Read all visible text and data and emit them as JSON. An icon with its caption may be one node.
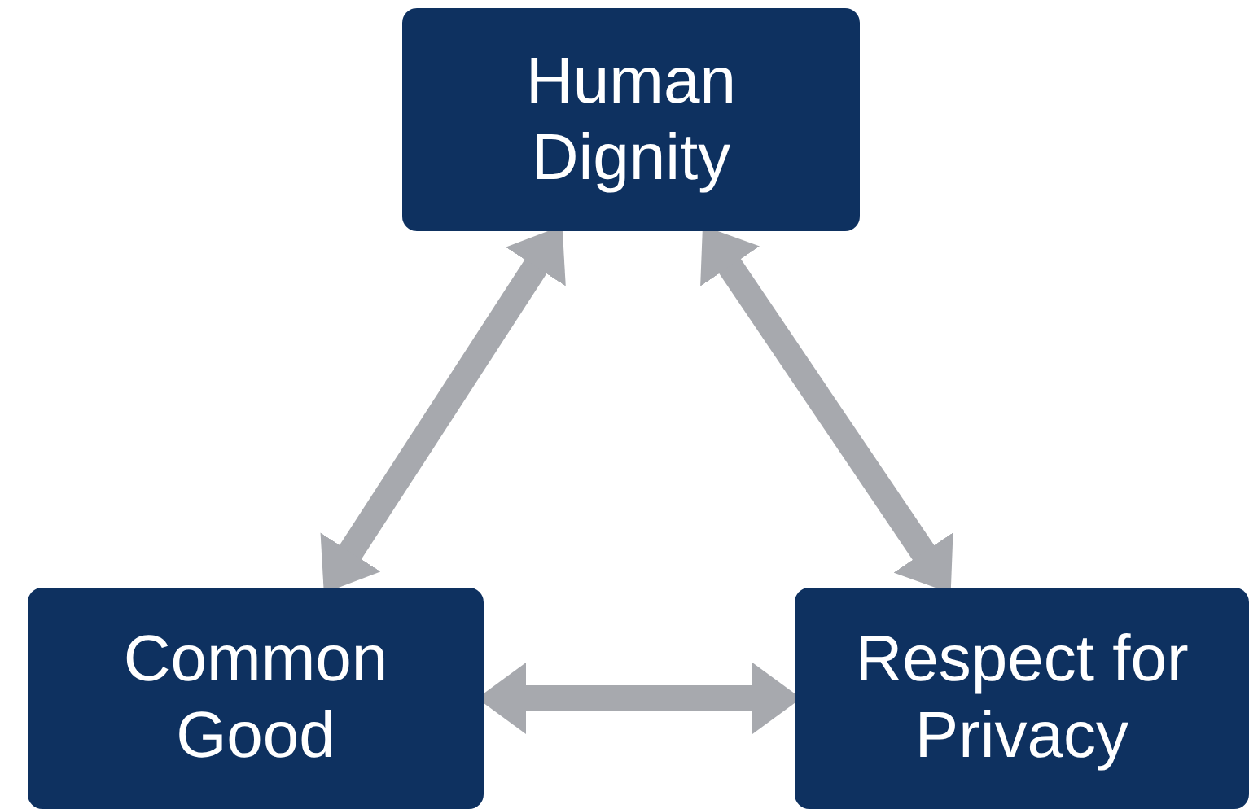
{
  "diagram": {
    "nodes": [
      {
        "text": [
          "Human Dignity"
        ]
      },
      {
        "text": [
          "Common Good"
        ]
      },
      {
        "text": [
          "Respect for Privacy"
        ]
      }
    ],
    "edges": [
      {
        "from": 1,
        "to": 0,
        "arrow": "both"
      },
      {
        "from": 0,
        "to": 2,
        "arrow": "both"
      },
      {
        "from": 1,
        "to": 2,
        "arrow": "both"
      }
    ]
  }
}
